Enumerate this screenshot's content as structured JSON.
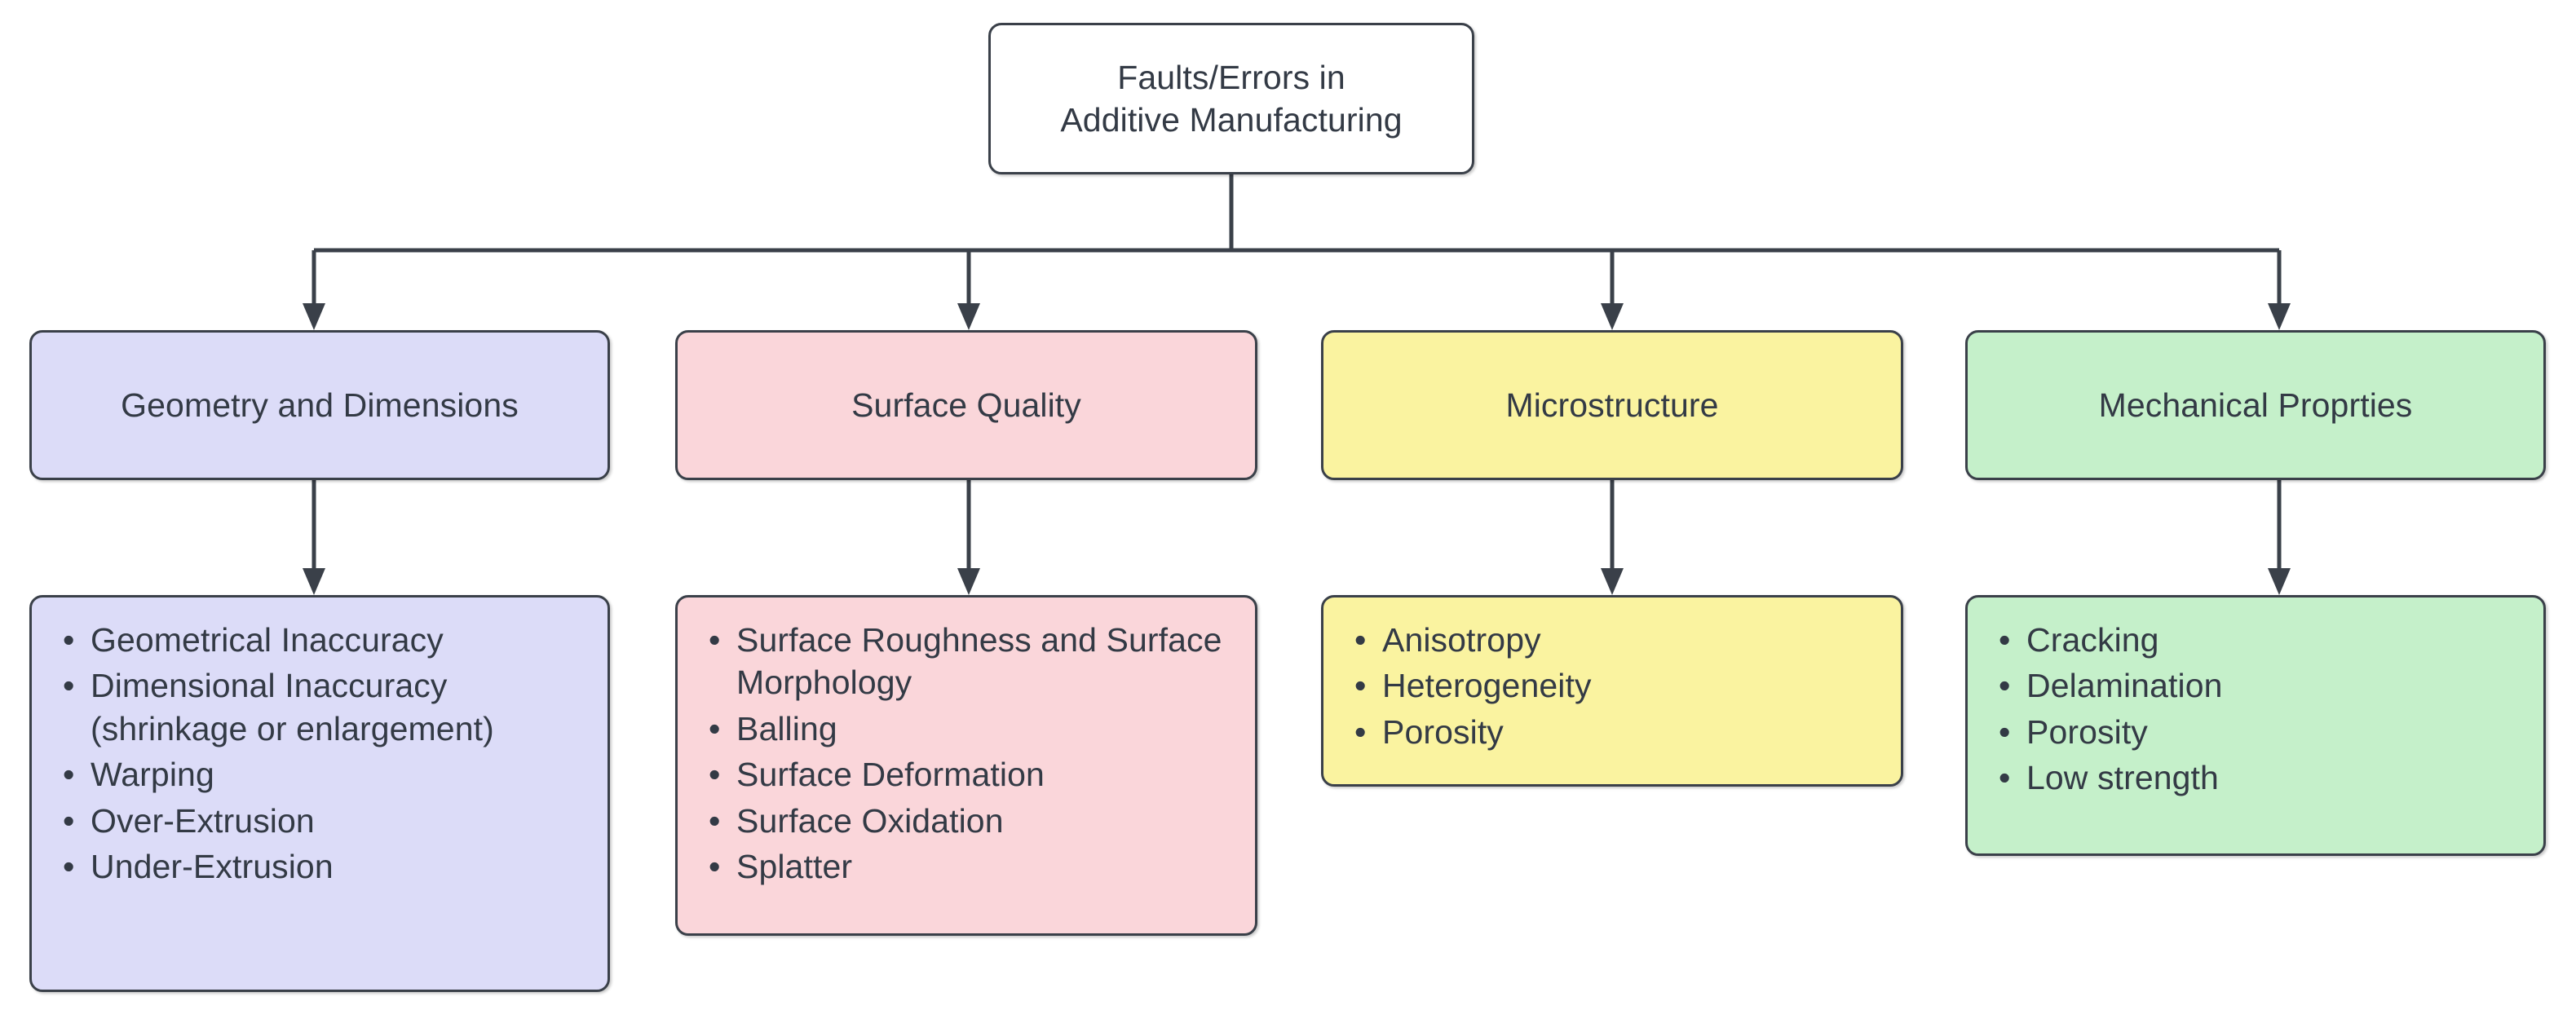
{
  "diagram": {
    "title": "Faults/Errors in Additive Manufacturing",
    "root": {
      "label_line1": "Faults/Errors in",
      "label_line2": "Additive Manufacturing",
      "fill": "#ffffff",
      "stroke": "#3a4049"
    },
    "stroke_color": "#3a4049",
    "text_color": "#333a45",
    "branches": [
      {
        "id": "geometry-and-dimensions",
        "category_label": "Geometry and Dimensions",
        "fill": "#dcdcf8",
        "items": [
          "Geometrical Inaccuracy",
          "Dimensional Inaccuracy (shrinkage or enlargement)",
          "Warping",
          "Over-Extrusion",
          "Under-Extrusion"
        ]
      },
      {
        "id": "surface-quality",
        "category_label": "Surface Quality",
        "fill": "#fad6da",
        "items": [
          "Surface Roughness and Surface Morphology",
          "Balling",
          "Surface Deformation",
          "Surface Oxidation",
          "Splatter"
        ]
      },
      {
        "id": "microstructure",
        "category_label": "Microstructure",
        "fill": "#faf3a0",
        "items": [
          "Anisotropy",
          "Heterogeneity",
          "Porosity"
        ]
      },
      {
        "id": "mechanical-properties",
        "category_label": "Mechanical Proprties",
        "fill": "#c5f0ca",
        "items": [
          "Cracking",
          "Delamination",
          "Porosity",
          "Low strength"
        ]
      }
    ]
  }
}
